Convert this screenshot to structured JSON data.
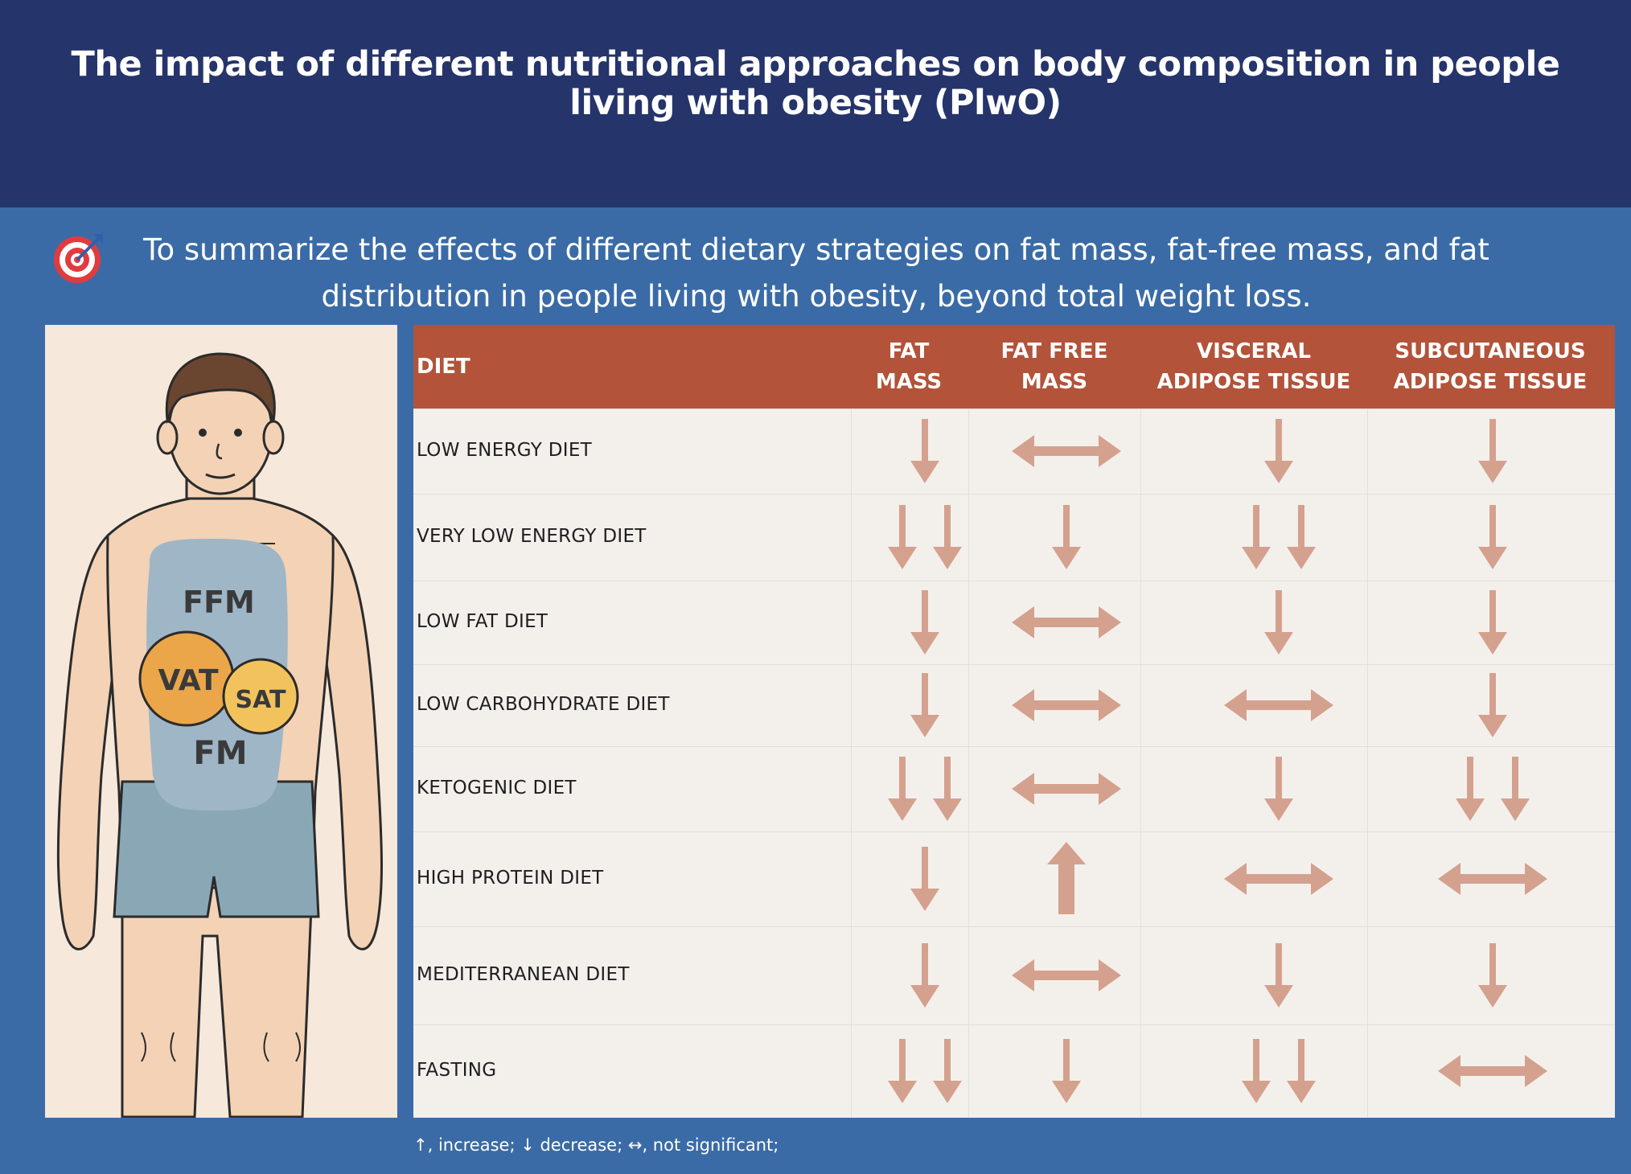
{
  "title": "The impact of different nutritional approaches on body composition in people living with obesity (PlwO)",
  "aim_text": "To summarize the effects of different dietary strategies on fat mass, fat-free mass, and fat distribution in people living with obesity, beyond total weight loss.",
  "icons": {
    "aim": "target-icon"
  },
  "figure_labels": {
    "ffm": "FFM",
    "vat": "VAT",
    "sat": "SAT",
    "fm": "FM"
  },
  "colors": {
    "header": "#25346a",
    "background": "#3a6ba6",
    "table_header": "#b2533a",
    "arrow": "#d4a18e",
    "vat": "#eba64a",
    "sat": "#f2c35d",
    "ffm": "#9fb6c6",
    "shorts": "#8aa7b6"
  },
  "table": {
    "headers": {
      "diet": "DIET",
      "fat_mass": [
        "FAT",
        "MASS"
      ],
      "fat_free_mass": [
        "FAT FREE",
        "MASS"
      ],
      "vat": [
        "VISCERAL",
        "ADIPOSE TISSUE"
      ],
      "sat": [
        "SUBCUTANEOUS",
        "ADIPOSE TISSUE"
      ]
    },
    "rows": [
      {
        "diet": "LOW ENERGY DIET",
        "effects": [
          "decrease",
          "not-significant",
          "decrease",
          "decrease"
        ]
      },
      {
        "diet": "VERY LOW ENERGY DIET",
        "effects": [
          "double-decrease",
          "decrease",
          "double-decrease",
          "decrease"
        ]
      },
      {
        "diet": "LOW FAT DIET",
        "effects": [
          "decrease",
          "not-significant",
          "decrease",
          "decrease"
        ]
      },
      {
        "diet": "LOW CARBOHYDRATE DIET",
        "effects": [
          "decrease",
          "not-significant",
          "not-significant",
          "decrease"
        ]
      },
      {
        "diet": "KETOGENIC DIET",
        "effects": [
          "double-decrease",
          "not-significant",
          "decrease",
          "double-decrease"
        ]
      },
      {
        "diet": "HIGH PROTEIN DIET",
        "effects": [
          "decrease",
          "increase",
          "not-significant",
          "not-significant"
        ]
      },
      {
        "diet": "MEDITERRANEAN DIET",
        "effects": [
          "decrease",
          "not-significant",
          "decrease",
          "decrease"
        ]
      },
      {
        "diet": "FASTING",
        "effects": [
          "double-decrease",
          "decrease",
          "double-decrease",
          "not-significant"
        ]
      }
    ]
  },
  "legend": "↑, increase; ↓ decrease; ↔, not significant;"
}
